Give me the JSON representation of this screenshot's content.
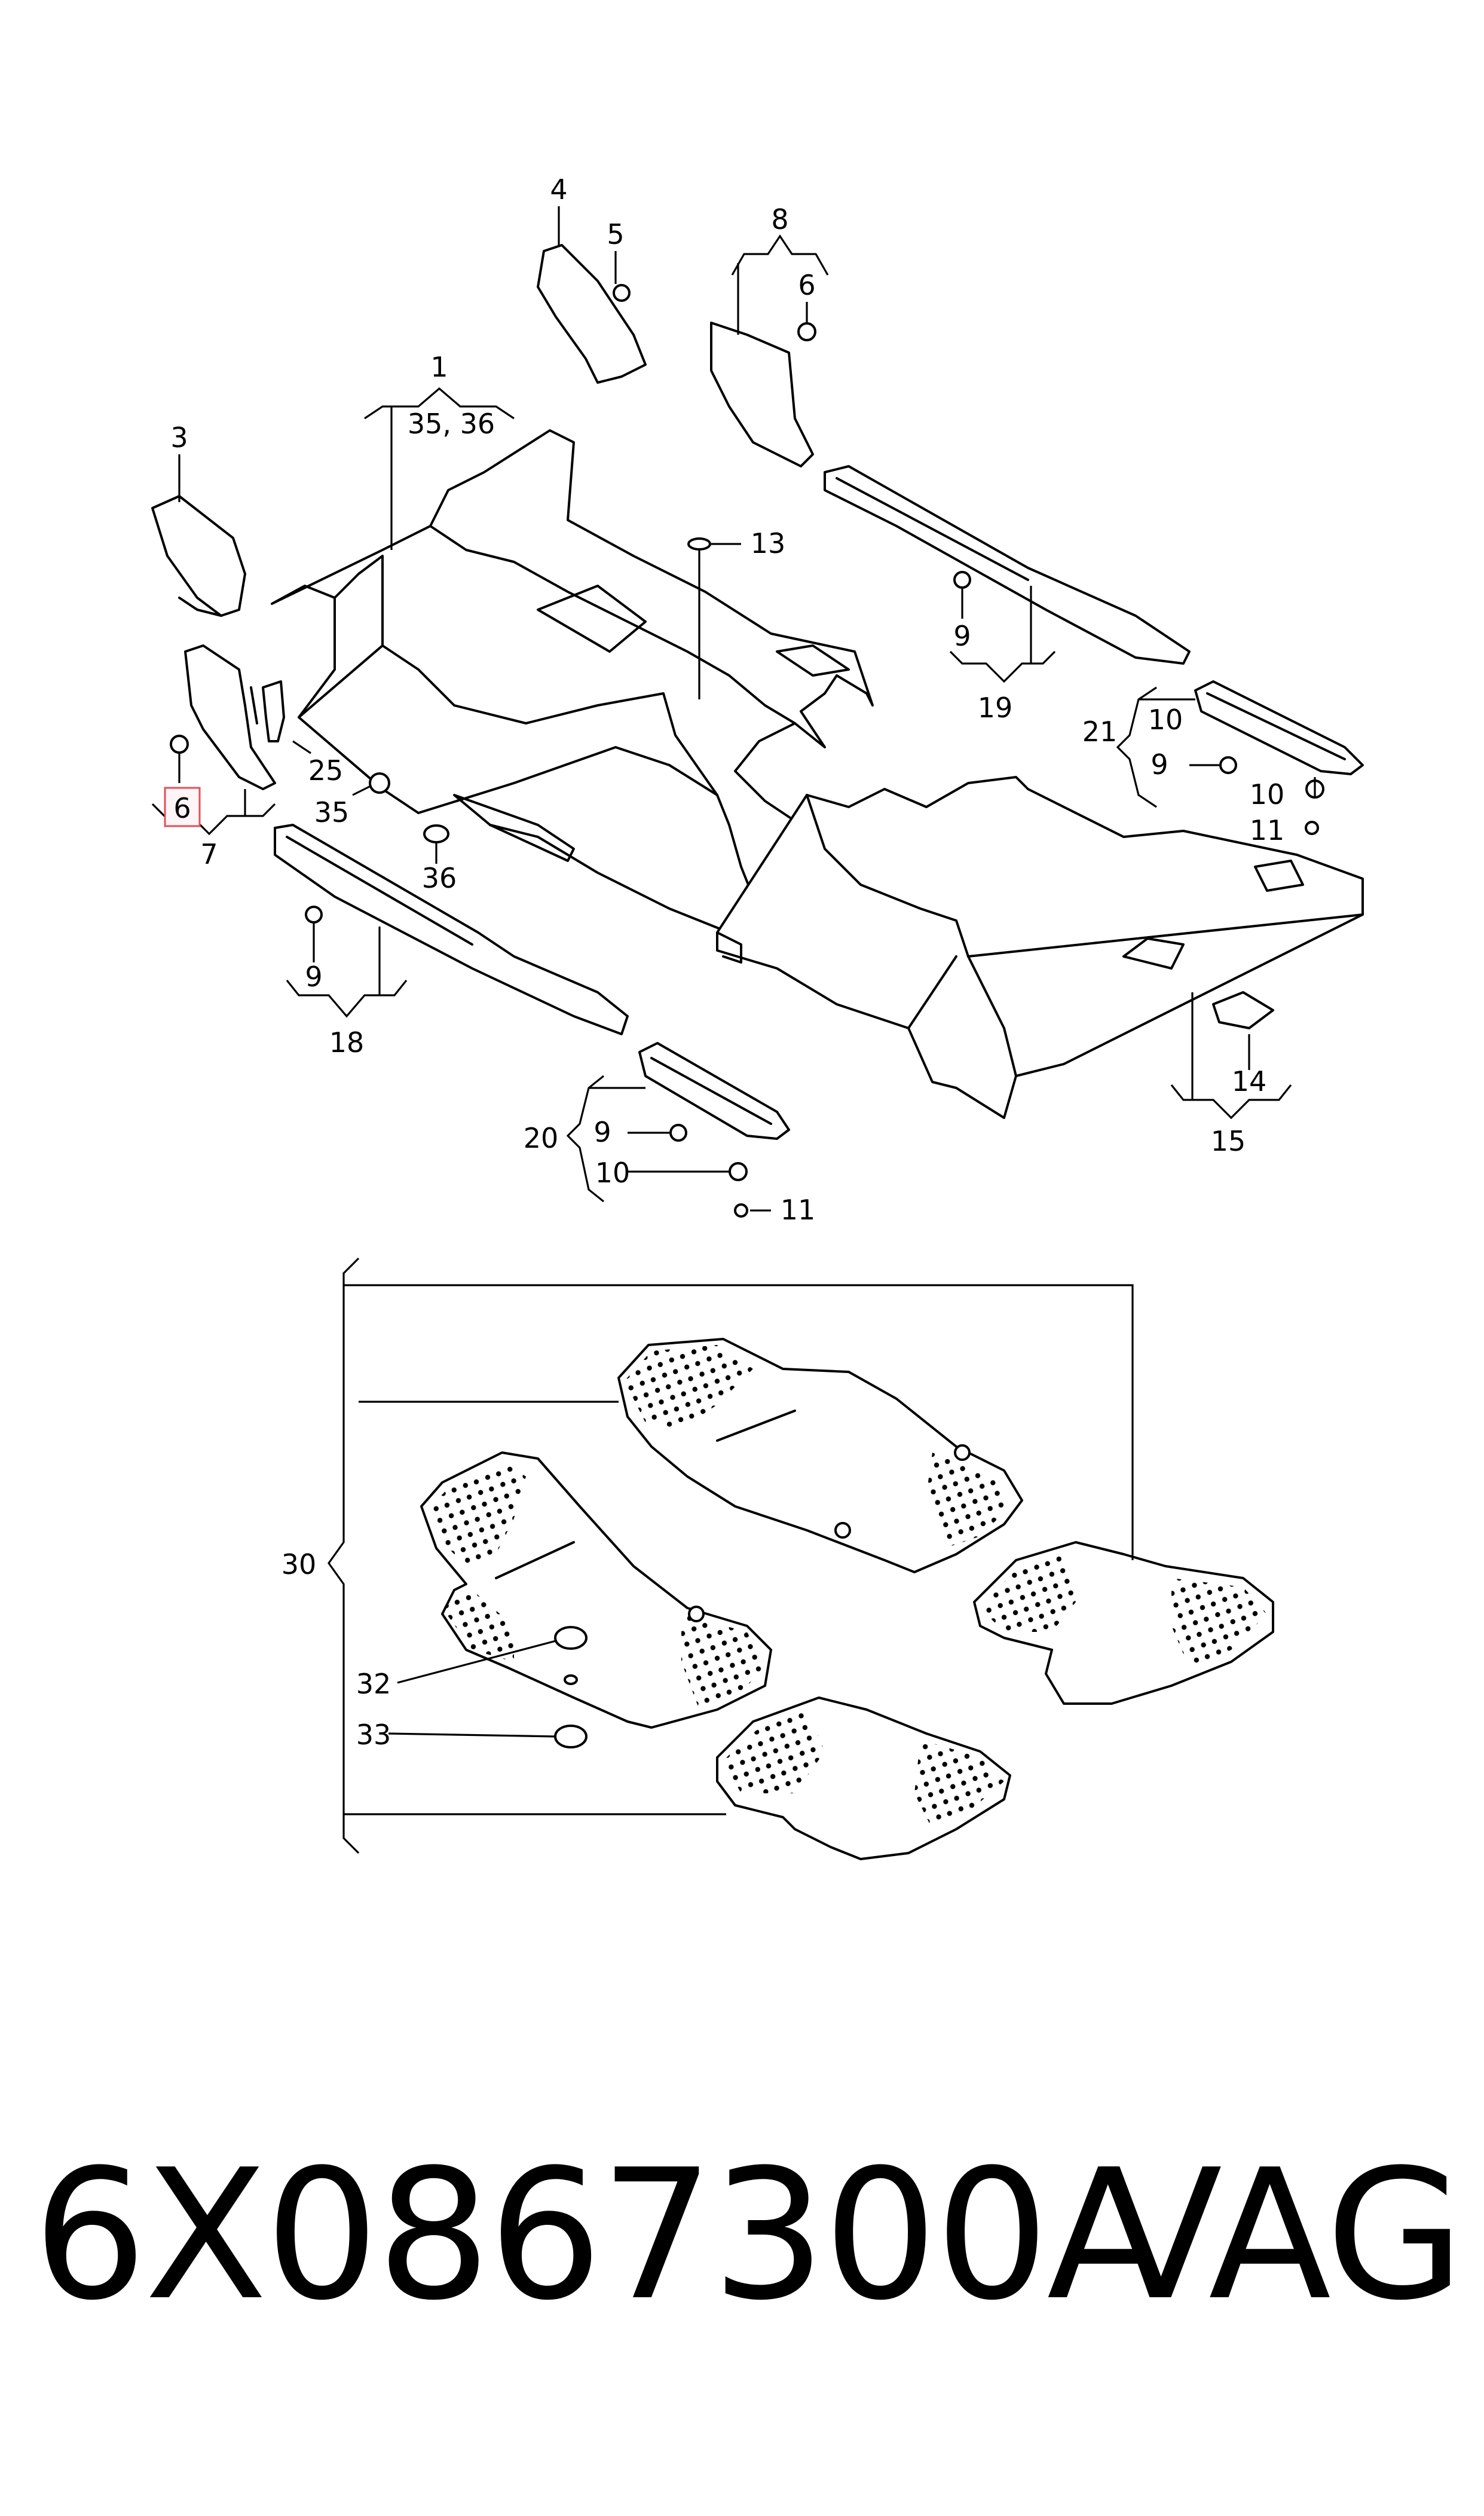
{
  "callouts": {
    "c1": "1",
    "c35_36": "35, 36",
    "c3": "3",
    "c4": "4",
    "c5": "5",
    "c6a": "6",
    "c6b": "6",
    "c7": "7",
    "c8": "8",
    "c9a": "9",
    "c9b": "9",
    "c9c": "9",
    "c9d": "9",
    "c10a": "10",
    "c10b": "10",
    "c10c": "10",
    "c11a": "11",
    "c11b": "11",
    "c13": "13",
    "c14": "14",
    "c15": "15",
    "c18": "18",
    "c19": "19",
    "c20": "20",
    "c21": "21",
    "c25": "25",
    "c30": "30",
    "c32": "32",
    "c33": "33",
    "c35": "35",
    "c36": "36"
  },
  "highlight_color": "#e0505a",
  "footer": {
    "part_number": "6X0867300A",
    "brand": "VAG"
  }
}
